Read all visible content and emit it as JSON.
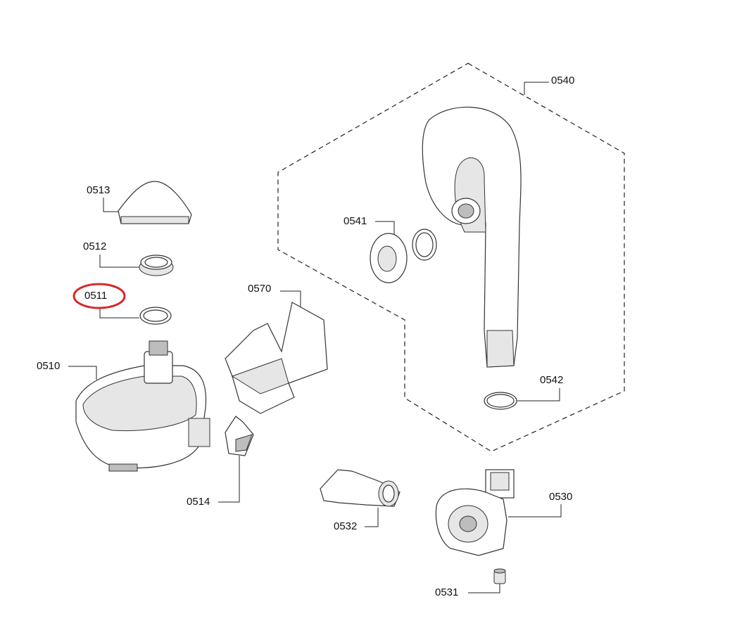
{
  "diagram": {
    "labels": {
      "p0540": "0540",
      "p0541": "0541",
      "p0542": "0542",
      "p0513": "0513",
      "p0512": "0512",
      "p0511": "0511",
      "p0510": "0510",
      "p0570": "0570",
      "p0514": "0514",
      "p0532": "0532",
      "p0530": "0530",
      "p0531": "0531"
    },
    "highlighted_part": "0511",
    "highlight_color": "#d42a2a"
  }
}
